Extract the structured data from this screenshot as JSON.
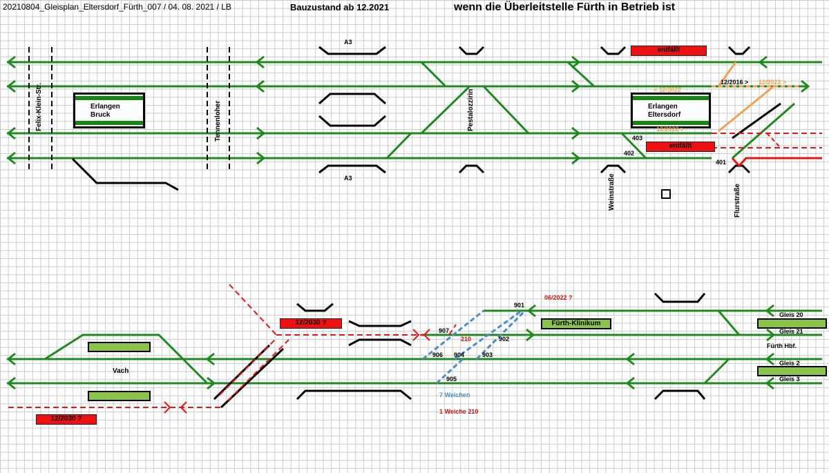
{
  "header": {
    "file_label": "20210804_Gleisplan_Eltersdorf_Fürth_007 / 04. 08. 2021  / LB",
    "subtitle": "Bauzustand ab 12.2021",
    "title": "wenn die Überleitstelle Fürth in Betrieb ist"
  },
  "upper": {
    "roads": {
      "felix_klein": "Felix-Klein-Str.",
      "tennenloher": "Tennenloher",
      "pestalozzi": "Pestalozzirin",
      "weinstrasse": "Weinstraße",
      "flurstrasse": "Flurstraße"
    },
    "a3_top": "A3",
    "a3_bottom": "A3",
    "station_bruck": {
      "line1": "Erlangen",
      "line2": "Bruck"
    },
    "station_eltersdorf": {
      "line1": "Erlangen",
      "line2": "Eltersdorf"
    },
    "entfaellt_top": "entfällt",
    "entfaellt_bottom": "entfällt",
    "notes": {
      "n1": "< 12/2022",
      "n2": "12/2016 >",
      "n3": "12/2022 >",
      "n4": "12/2022 >"
    },
    "switches": {
      "s401": "401",
      "s402": "402",
      "s403": "403"
    }
  },
  "lower": {
    "red_box_mid": "12/2030 ?",
    "red_box_left": "12/2030 ?",
    "vach": "Vach",
    "klinikum": "Fürth-Klinikum",
    "note_2022": "06/2022 ?",
    "gleis20": "Gleis 20",
    "gleis21": "Gleis 21",
    "hbf": "Fürth Hbf.",
    "gleis2": "Gleis 2",
    "gleis3": "Gleis 3",
    "switches": {
      "s901": "901",
      "s902": "902",
      "s903": "903",
      "s904": "904",
      "s905": "905",
      "s906": "906",
      "s907": "907",
      "s210": "210"
    },
    "legend_blue": "7 Weichen",
    "legend_red": "1 Weiche 210"
  },
  "colors": {
    "track": "#1e8a1e",
    "closed": "#ee1111",
    "planned": "#f0a050",
    "new_switch": "#4a8cc8",
    "platform": "#8cc34a"
  }
}
